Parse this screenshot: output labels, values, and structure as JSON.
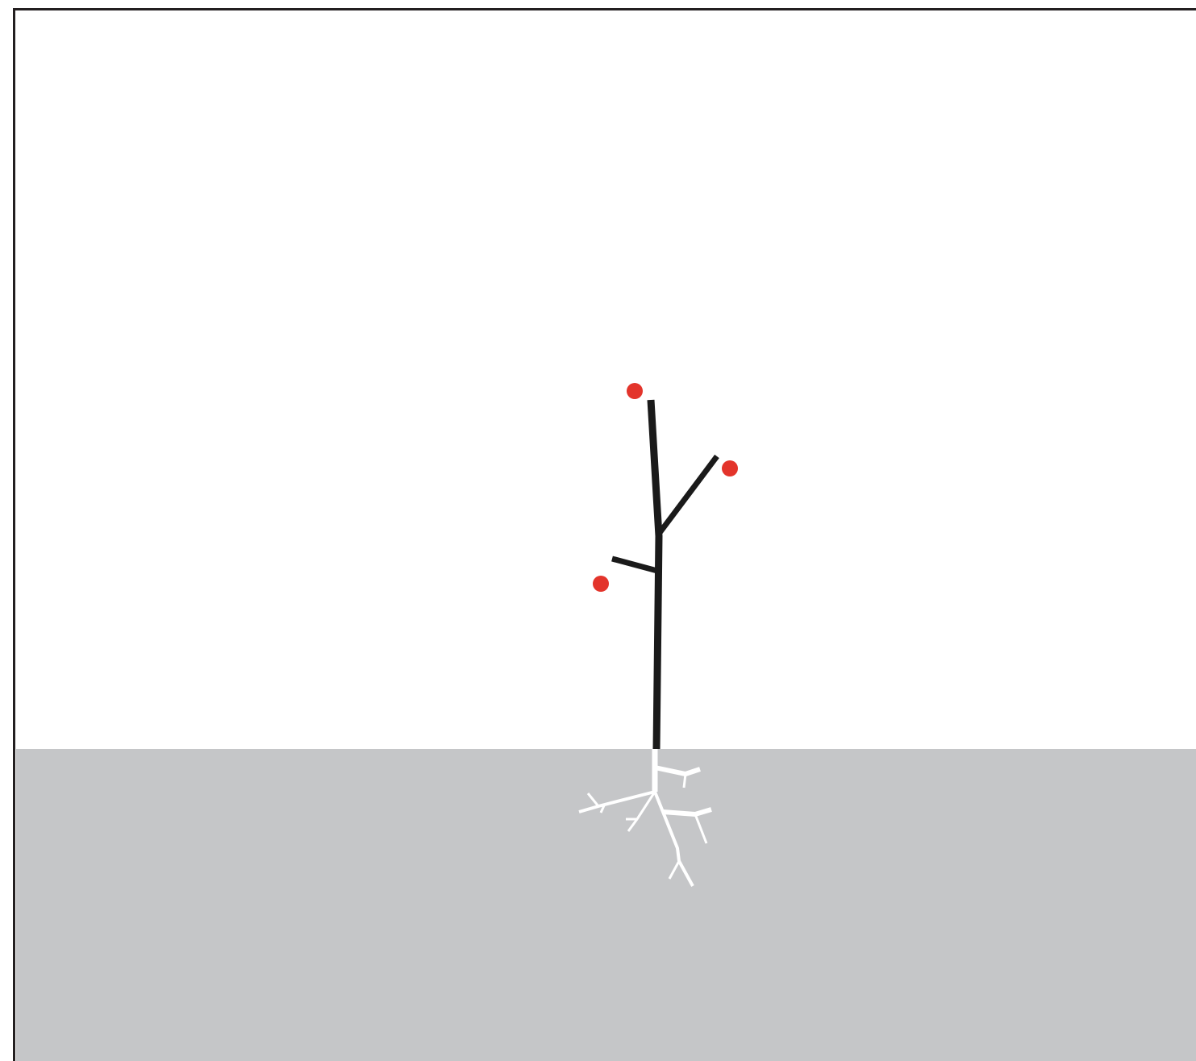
{
  "colors": {
    "background": "#ffffff",
    "frame": "#231f20",
    "ground": "#c5c6c8",
    "stem": "#1a1a1a",
    "roots": "#ffffff",
    "fruit": "#e3342b"
  },
  "scene": {
    "fruit_count": 3,
    "root_color_name": "white",
    "stem_color_name": "black"
  }
}
